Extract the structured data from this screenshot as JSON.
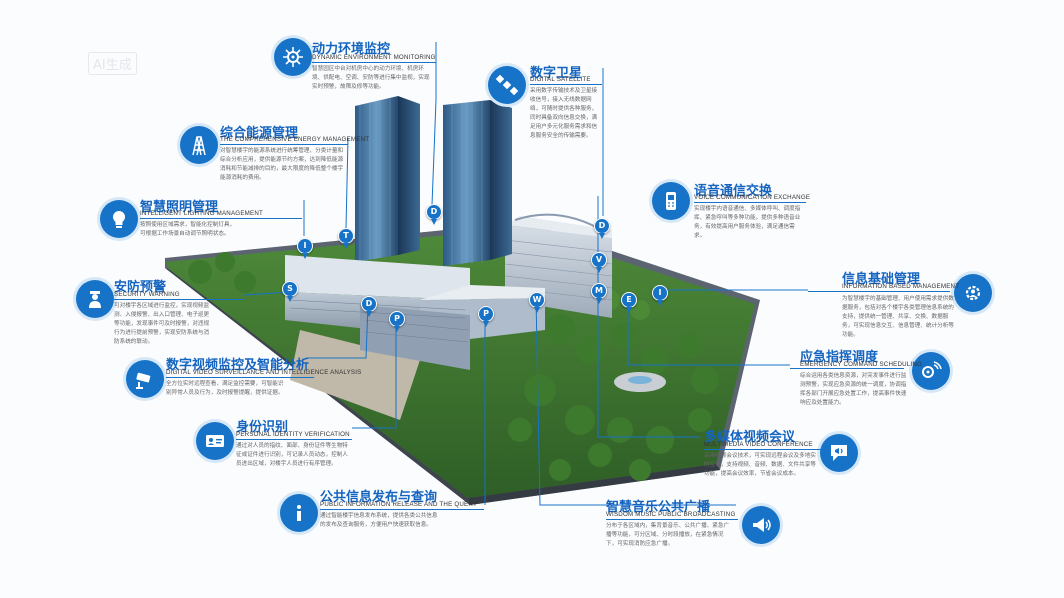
{
  "watermark": "AI生成",
  "callouts": [
    {
      "id": "dynamic-env",
      "title": "动力环境监控",
      "subtitle": "DYNAMIC ENVIRONMENT MONITORING",
      "icon": "gear-network-icon",
      "desc": "智慧园区中台对机房中心的动力环境、机房环境、供配电、空调、安防等进行集中监视，实现实时预警，故障及修等功能。"
    },
    {
      "id": "satellite",
      "title": "数字卫星",
      "subtitle": "DIGITAL SATELLITE",
      "icon": "satellite-icon",
      "desc": "采用数字传输技术及卫星接收信号，接入无线数据网络，可随时提供各种服务，同时具备双向信息交换，满足用户多元化服务需求和信息服务安全的传输需要。"
    },
    {
      "id": "energy",
      "title": "综合能源管理",
      "subtitle": "THE COMPREHENSIVE ENERGY MANAGEMENT",
      "icon": "power-tower-icon",
      "desc": "对智慧楼宇的能源系统进行统筹管理、分类计量和综合分析应用，提供能源节约方案，达到降低能源消耗和节能减排的目的，最大限度的降低整个楼宇能源消耗的费用。"
    },
    {
      "id": "voice",
      "title": "语音通信交换",
      "subtitle": "VOICE COMMUNICATION EXCHANGE",
      "icon": "phone-icon",
      "desc": "实现楼宇内语音通信、多媒体呼叫、调度指挥、紧急呼叫等多种功能，提供多种语音业务，有效提高用户服务体验，满足通信需求。"
    },
    {
      "id": "lighting",
      "title": "智慧照明管理",
      "subtitle": "INTELLIGENT LIGHTING MANAGEMENT",
      "icon": "lightbulb-icon",
      "desc": "按照使用区域需求，智能化控制灯具，可根据工作场景自动调节照明状态。"
    },
    {
      "id": "info-mgmt",
      "title": "信息基础管理",
      "subtitle": "INFORMATION BASED MANAGEMENT",
      "icon": "gear-person-icon",
      "desc": "为智慧楼宇的基础管理、用户使用需求提供数据服务，包括对各个楼宇各类管理信息系统的支持，提供统一管理、共享、交换、数据服务，可实现信息交互、信息管理、统计分析等功能。"
    },
    {
      "id": "security",
      "title": "安防预警",
      "subtitle": "SECURITY WARNING",
      "icon": "guard-icon",
      "desc": "可对楼宇各区域进行监控，实现视频监测、入侵报警、出入口管理、电子巡更等功能，发现事件可及时报警，对违规行为进行提前预警，实现安防系统与消防系统的联动。"
    },
    {
      "id": "emergency",
      "title": "应急指挥调度",
      "subtitle": "EMERGENCY COMMAND SCHEDULING",
      "icon": "command-icon",
      "desc": "综合运用各类信息资源，对突发事件进行监测预警，实现应急资源的统一调度，协调指挥各部门开展应急处置工作，提高事件快速响应及处置能力。"
    },
    {
      "id": "video",
      "title": "数字视频监控及智能分析",
      "subtitle": "DIGITAL VIDEO SURVEILLANCE AND INTELLIGENCE ANALYSIS",
      "icon": "camera-icon",
      "desc": "全方位实时远程查看，满足监控需要，可智能识别异常人员及行为，及时报警提醒，提供证据。"
    },
    {
      "id": "multimedia",
      "title": "多媒体视频会议",
      "subtitle": "MULTIMEDIA VIDEO CONFERENCE",
      "icon": "megaphone-chat-icon",
      "desc": "采用视频会议技术，可实现远程会议及多地实时互动，支持视频、音频、数据、文件共享等功能，提高会议效率，节省会议成本。"
    },
    {
      "id": "identity",
      "title": "身份识别",
      "subtitle": "PERSONAL IDENTITY VERIFICATION",
      "icon": "id-card-icon",
      "desc": "通过对人员的指纹、面部、身份证件等生物特征或证件进行识别，可记录人员动态，控制人员进出区域，对楼宇人员进行有序管理。"
    },
    {
      "id": "broadcast",
      "title": "智慧音乐公共广播",
      "subtitle": "WISDOM MUSIC PUBLIC BROADCASTING",
      "icon": "speaker-icon",
      "desc": "分布于各区域内，集背景音乐、公共广播、紧急广播等功能，可分区域、分时段播放，在紧急情况下，可实现消防应急广播。"
    },
    {
      "id": "public-info",
      "title": "公共信息发布与查询",
      "subtitle": "PUBLIC INFORMATION RELEASE AND THE QUERY",
      "icon": "info-icon",
      "desc": "通过智能楼宇信息发布系统，提供各类公共信息的发布及查询服务，方便用户快速获取信息。"
    }
  ],
  "markers": [
    "D",
    "D",
    "I",
    "T",
    "S",
    "D",
    "P",
    "P",
    "W",
    "V",
    "M",
    "E",
    "I"
  ]
}
